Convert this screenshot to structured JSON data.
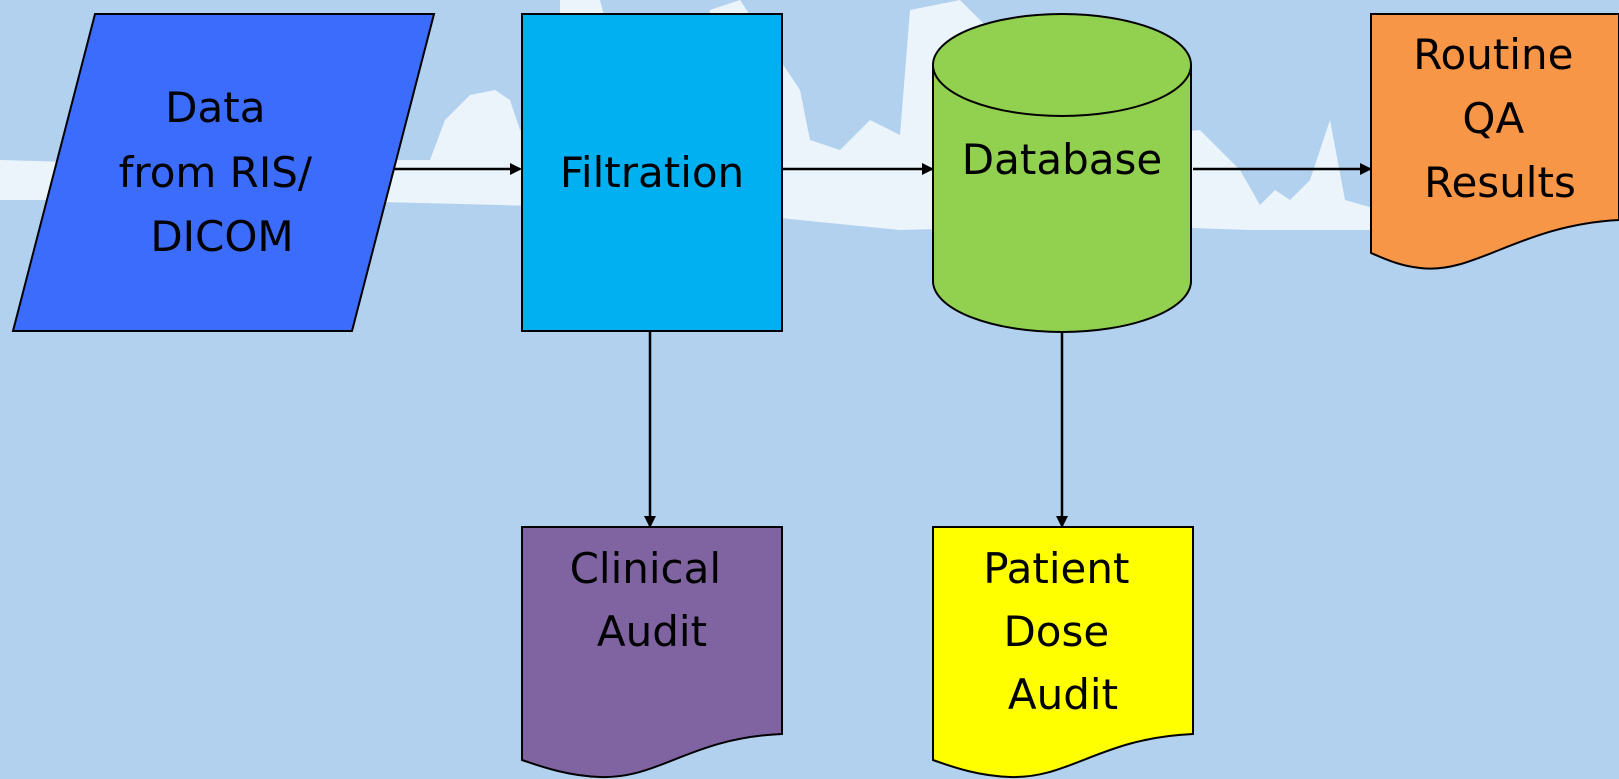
{
  "diagram": {
    "background": "#b1d1ef",
    "skyline_color": "#ffffff",
    "nodes": {
      "data_source": {
        "lines": [
          "Data",
          "from RIS/",
          "DICOM"
        ],
        "shape": "parallelogram",
        "color": "#3c6cfb"
      },
      "filtration": {
        "lines": [
          "Filtration"
        ],
        "shape": "rectangle",
        "color": "#00b0f0"
      },
      "database": {
        "lines": [
          "Database"
        ],
        "shape": "cylinder",
        "color": "#92d050"
      },
      "routine_qa": {
        "lines": [
          "Routine",
          "QA",
          "Results"
        ],
        "shape": "document",
        "color": "#f79646"
      },
      "clinical_audit": {
        "lines": [
          "Clinical",
          "Audit"
        ],
        "shape": "document",
        "color": "#8064a2"
      },
      "patient_dose_audit": {
        "lines": [
          "Patient",
          "Dose",
          "Audit"
        ],
        "shape": "document",
        "color": "#ffff00"
      }
    },
    "edges": [
      {
        "from": "data_source",
        "to": "filtration"
      },
      {
        "from": "filtration",
        "to": "database"
      },
      {
        "from": "database",
        "to": "routine_qa"
      },
      {
        "from": "filtration",
        "to": "clinical_audit"
      },
      {
        "from": "database",
        "to": "patient_dose_audit"
      }
    ]
  }
}
